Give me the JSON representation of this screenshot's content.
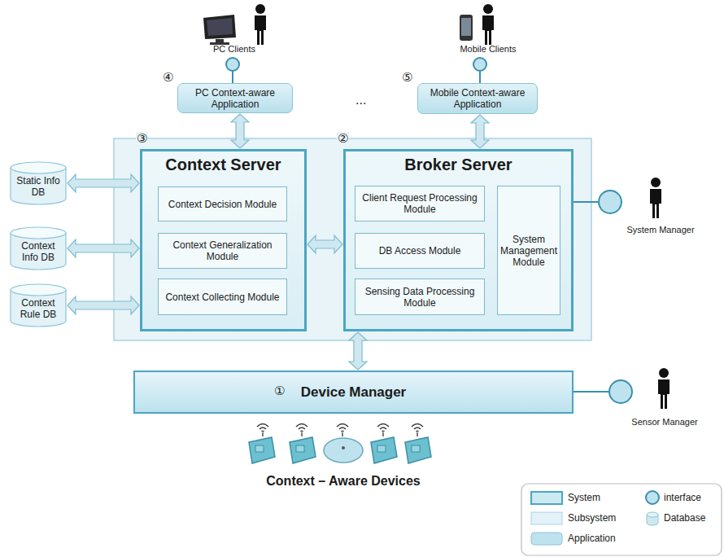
{
  "diagram": {
    "nodes": [
      {
        "text": [
          "PC Clients"
        ]
      },
      {
        "text": [
          "Mobile Clients"
        ]
      },
      {
        "text": [
          "PC Context-aware Application"
        ]
      },
      {
        "text": [
          "Mobile Context-aware Application"
        ]
      },
      {
        "text": [
          "Context Server"
        ]
      },
      {
        "text": [
          "Context Decision Module"
        ],
        "in": 4
      },
      {
        "text": [
          "Context Generalization Module"
        ],
        "in": 4
      },
      {
        "text": [
          "Context Collecting Module"
        ],
        "in": 4
      },
      {
        "text": [
          "Broker Server"
        ]
      },
      {
        "text": [
          "Client Request Processing Module"
        ],
        "in": 8
      },
      {
        "text": [
          "DB Access Module"
        ],
        "in": 8
      },
      {
        "text": [
          "Sensing Data Processing Module"
        ],
        "in": 8
      },
      {
        "text": [
          "System Management Module"
        ],
        "in": 8
      },
      {
        "text": [
          "Static Info DB"
        ]
      },
      {
        "text": [
          "Context Info DB"
        ]
      },
      {
        "text": [
          "Context Rule DB"
        ]
      },
      {
        "text": [
          "System Manager"
        ]
      },
      {
        "text": [
          "Device Manager"
        ]
      },
      {
        "text": [
          "Sensor Manager"
        ]
      }
    ],
    "edges": [
      {
        "from": 0,
        "to": 2,
        "arrow": "none"
      },
      {
        "from": 1,
        "to": 3,
        "arrow": "none"
      },
      {
        "from": 2,
        "to": 4,
        "arrow": "both"
      },
      {
        "from": 3,
        "to": 8,
        "arrow": "both"
      },
      {
        "from": 13,
        "to": 4,
        "arrow": "both"
      },
      {
        "from": 14,
        "to": 4,
        "arrow": "both"
      },
      {
        "from": 15,
        "to": 4,
        "arrow": "both"
      },
      {
        "from": 4,
        "to": 8,
        "arrow": "both"
      },
      {
        "from": 17,
        "to": 8,
        "arrow": "both"
      },
      {
        "from": 16,
        "to": 8,
        "arrow": "none"
      },
      {
        "from": 18,
        "to": 17,
        "arrow": "none"
      }
    ],
    "labels": [
      "④",
      "⑤",
      "③",
      "②",
      "①",
      "...",
      "Context – Aware Devices"
    ],
    "legend": [
      {
        "text": "System"
      },
      {
        "text": "Subsystem"
      },
      {
        "text": "Application"
      },
      {
        "text": "interface"
      },
      {
        "text": "Database"
      }
    ]
  }
}
